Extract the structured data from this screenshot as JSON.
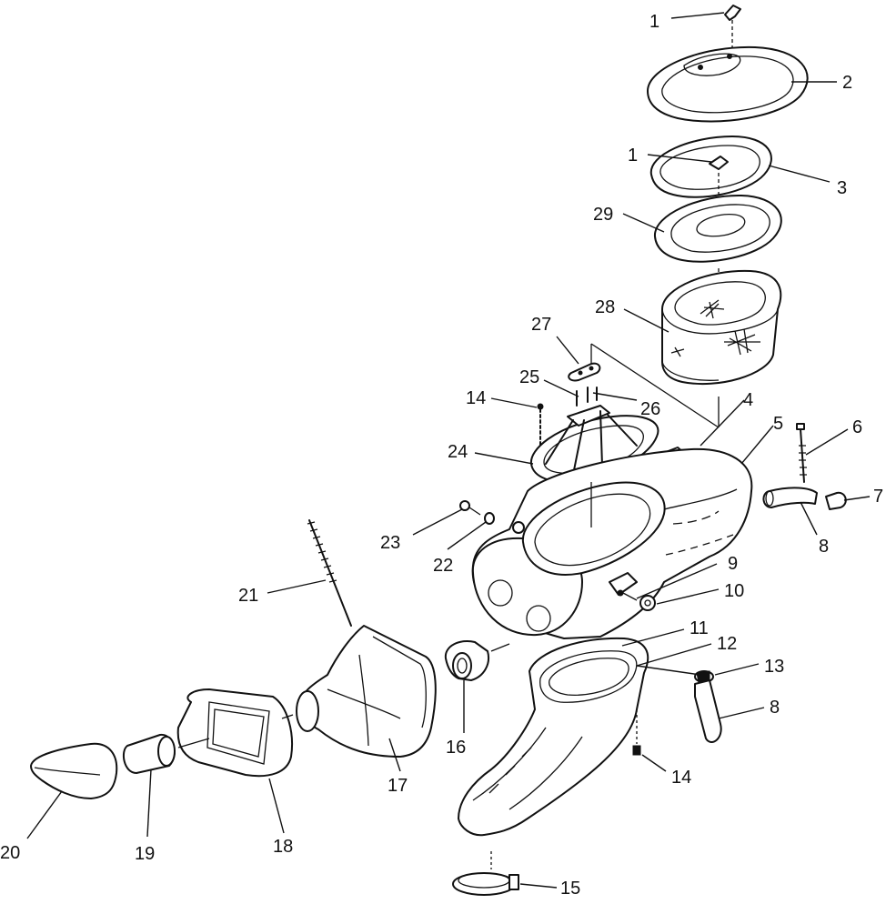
{
  "callouts": [
    {
      "id": "c1a",
      "label": "1"
    },
    {
      "id": "c2",
      "label": "2"
    },
    {
      "id": "c1b",
      "label": "1"
    },
    {
      "id": "c3",
      "label": "3"
    },
    {
      "id": "c29",
      "label": "29"
    },
    {
      "id": "c28",
      "label": "28"
    },
    {
      "id": "c27",
      "label": "27"
    },
    {
      "id": "c25",
      "label": "25"
    },
    {
      "id": "c14a",
      "label": "14"
    },
    {
      "id": "c26",
      "label": "26"
    },
    {
      "id": "c4",
      "label": "4"
    },
    {
      "id": "c5",
      "label": "5"
    },
    {
      "id": "c6",
      "label": "6"
    },
    {
      "id": "c24",
      "label": "24"
    },
    {
      "id": "c7",
      "label": "7"
    },
    {
      "id": "c8a",
      "label": "8"
    },
    {
      "id": "c23",
      "label": "23"
    },
    {
      "id": "c22",
      "label": "22"
    },
    {
      "id": "c9",
      "label": "9"
    },
    {
      "id": "c10",
      "label": "10"
    },
    {
      "id": "c21",
      "label": "21"
    },
    {
      "id": "c11",
      "label": "11"
    },
    {
      "id": "c12",
      "label": "12"
    },
    {
      "id": "c13",
      "label": "13"
    },
    {
      "id": "c8b",
      "label": "8"
    },
    {
      "id": "c16",
      "label": "16"
    },
    {
      "id": "c14b",
      "label": "14"
    },
    {
      "id": "c17",
      "label": "17"
    },
    {
      "id": "c18",
      "label": "18"
    },
    {
      "id": "c19",
      "label": "19"
    },
    {
      "id": "c20",
      "label": "20"
    },
    {
      "id": "c15",
      "label": "15"
    }
  ]
}
